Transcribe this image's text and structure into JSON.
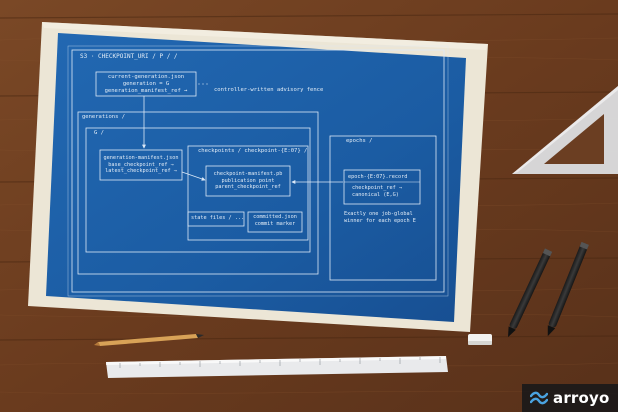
{
  "colors": {
    "wood_dark": "#5e3519",
    "wood_mid": "#7a4826",
    "paper": "#ece6d6",
    "blueprint": "#1d5fa6",
    "blueprint_line": "#dce9f7",
    "logo_accent": "#4aa3e0"
  },
  "blueprint": {
    "root_label": "S3 · CHECKPOINT_URI / P / /",
    "pointer_file": {
      "line1": "current-generation.json",
      "line2": "generation = G",
      "line3": "generation_manifest_ref →"
    },
    "pointer_note": "controller-written advisory fence",
    "generations_label": "generations /",
    "generation_dir_label": "G /",
    "generation_manifest": {
      "line1": "generation-manifest.json",
      "line2": "base_checkpoint_ref →",
      "line3": "latest_checkpoint_ref →"
    },
    "checkpoints_label": "checkpoints / checkpoint-{E:07} /",
    "checkpoint_manifest": {
      "line1": "checkpoint-manifest.pb",
      "line2": "publication point",
      "line3": "parent_checkpoint_ref"
    },
    "state_files": "state files / ...",
    "committed": {
      "line1": "committed.json",
      "line2": "commit marker"
    },
    "epochs_label": "epochs /",
    "epoch_record": {
      "line1": "epoch-{E:07}.record",
      "line2": "checkpoint_ref →",
      "line3": "canonical (E,G)"
    },
    "epoch_note": {
      "line1": "Exactly one job-global",
      "line2": "winner for each epoch E"
    }
  },
  "logo": {
    "text": "arroyo",
    "icon": "wave-icon"
  }
}
